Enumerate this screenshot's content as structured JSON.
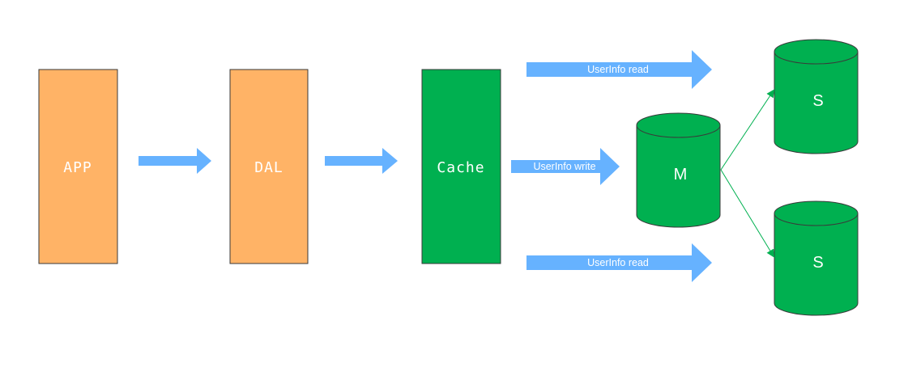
{
  "colors": {
    "orange_fill": "#ffb366",
    "green_fill": "#00b050",
    "block_stroke": "#3a3a3a",
    "arrow_fill": "#66b2ff",
    "connector": "#00b050"
  },
  "blocks": {
    "app": "APP",
    "dal": "DAL",
    "cache": "Cache"
  },
  "arrows": {
    "read_top": "UserInfo read",
    "write": "UserInfo write",
    "read_bottom": "UserInfo read"
  },
  "databases": {
    "master": "M",
    "slave_top": "S",
    "slave_bottom": "S"
  }
}
